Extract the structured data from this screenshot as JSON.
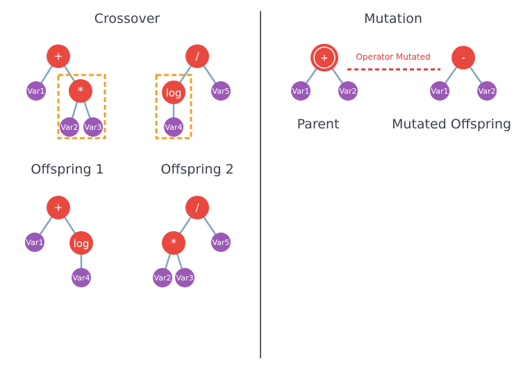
{
  "colors": {
    "operator": "#e9483f",
    "variable": "#9b59b6",
    "edge": "#7fa7bd",
    "highlight_box": "#f0a028",
    "divider": "#555a66",
    "title_text": "#3a3f4b",
    "mutation_line": "#e03b3b"
  },
  "crossover": {
    "title": "Crossover",
    "parent1": {
      "root": "+",
      "left": "Var1",
      "sub_op": "*",
      "sub_left": "Var2",
      "sub_right": "Var3"
    },
    "parent2": {
      "root": "/",
      "sub_op": "log",
      "sub_child": "Var4",
      "right": "Var5"
    },
    "offspring1": {
      "label": "Offspring 1",
      "root": "+",
      "left": "Var1",
      "sub_op": "log",
      "sub_child": "Var4"
    },
    "offspring2": {
      "label": "Offspring 2",
      "root": "/",
      "sub_op": "*",
      "sub_left": "Var2",
      "sub_right": "Var3",
      "right": "Var5"
    }
  },
  "mutation": {
    "title": "Mutation",
    "annotation": "Operator Mutated",
    "parent": {
      "label": "Parent",
      "root": "+",
      "left": "Var1",
      "right": "Var2"
    },
    "mutated": {
      "label": "Mutated Offspring",
      "root": "-",
      "left": "Var1",
      "right": "Var2"
    }
  }
}
